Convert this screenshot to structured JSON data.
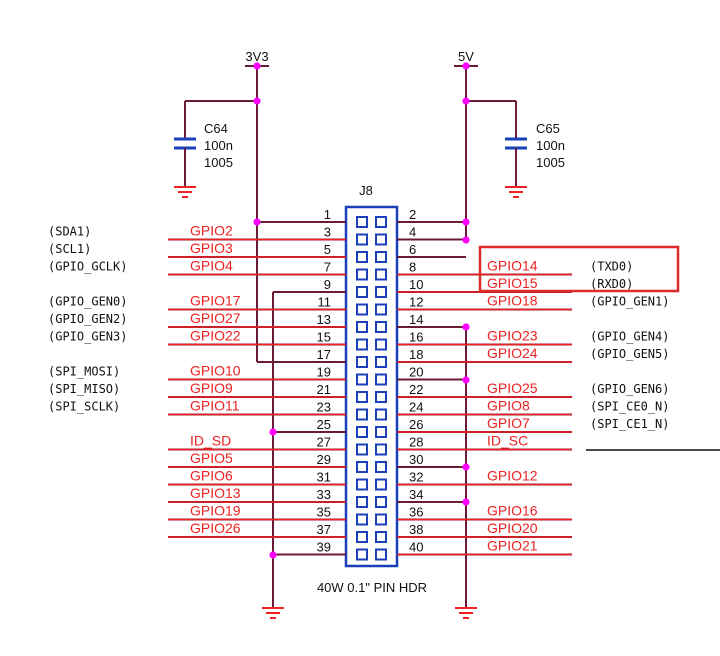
{
  "power": {
    "left_rail": "3V3",
    "right_rail": "5V"
  },
  "capacitors": [
    {
      "ref": "C64",
      "value": "100n",
      "package": "1005"
    },
    {
      "ref": "C65",
      "value": "100n",
      "package": "1005"
    }
  ],
  "header": {
    "ref": "J8",
    "description": "40W 0.1\" PIN HDR"
  },
  "pins_odd": [
    {
      "num": "1",
      "net": "",
      "func": ""
    },
    {
      "num": "3",
      "net": "GPIO2",
      "func": "(SDA1)"
    },
    {
      "num": "5",
      "net": "GPIO3",
      "func": "(SCL1)"
    },
    {
      "num": "7",
      "net": "GPIO4",
      "func": "(GPIO_GCLK)"
    },
    {
      "num": "9",
      "net": "",
      "func": ""
    },
    {
      "num": "11",
      "net": "GPIO17",
      "func": "(GPIO_GEN0)"
    },
    {
      "num": "13",
      "net": "GPIO27",
      "func": "(GPIO_GEN2)"
    },
    {
      "num": "15",
      "net": "GPIO22",
      "func": "(GPIO_GEN3)"
    },
    {
      "num": "17",
      "net": "",
      "func": ""
    },
    {
      "num": "19",
      "net": "GPIO10",
      "func": "(SPI_MOSI)"
    },
    {
      "num": "21",
      "net": "GPIO9",
      "func": "(SPI_MISO)"
    },
    {
      "num": "23",
      "net": "GPIO11",
      "func": "(SPI_SCLK)"
    },
    {
      "num": "25",
      "net": "",
      "func": ""
    },
    {
      "num": "27",
      "net": "ID_SD",
      "func": ""
    },
    {
      "num": "29",
      "net": "GPIO5",
      "func": ""
    },
    {
      "num": "31",
      "net": "GPIO6",
      "func": ""
    },
    {
      "num": "33",
      "net": "GPIO13",
      "func": ""
    },
    {
      "num": "35",
      "net": "GPIO19",
      "func": ""
    },
    {
      "num": "37",
      "net": "GPIO26",
      "func": ""
    },
    {
      "num": "39",
      "net": "",
      "func": ""
    }
  ],
  "pins_even": [
    {
      "num": "2",
      "net": "",
      "func": ""
    },
    {
      "num": "4",
      "net": "",
      "func": ""
    },
    {
      "num": "6",
      "net": "",
      "func": ""
    },
    {
      "num": "8",
      "net": "GPIO14",
      "func": "(TXD0)"
    },
    {
      "num": "10",
      "net": "GPIO15",
      "func": "(RXD0)"
    },
    {
      "num": "12",
      "net": "GPIO18",
      "func": "(GPIO_GEN1)"
    },
    {
      "num": "14",
      "net": "",
      "func": ""
    },
    {
      "num": "16",
      "net": "GPIO23",
      "func": "(GPIO_GEN4)"
    },
    {
      "num": "18",
      "net": "GPIO24",
      "func": "(GPIO_GEN5)"
    },
    {
      "num": "20",
      "net": "",
      "func": ""
    },
    {
      "num": "22",
      "net": "GPIO25",
      "func": "(GPIO_GEN6)"
    },
    {
      "num": "24",
      "net": "GPIO8",
      "func": "(SPI_CE0_N)"
    },
    {
      "num": "26",
      "net": "GPIO7",
      "func": "(SPI_CE1_N)"
    },
    {
      "num": "28",
      "net": "ID_SC",
      "func": ""
    },
    {
      "num": "30",
      "net": "",
      "func": ""
    },
    {
      "num": "32",
      "net": "GPIO12",
      "func": ""
    },
    {
      "num": "34",
      "net": "",
      "func": ""
    },
    {
      "num": "36",
      "net": "GPIO16",
      "func": ""
    },
    {
      "num": "38",
      "net": "GPIO20",
      "func": ""
    },
    {
      "num": "40",
      "net": "GPIO21",
      "func": ""
    }
  ],
  "colors": {
    "wire": "#6b1a3a",
    "net": "#ee2222",
    "dot": "#ff00ff",
    "header": "#1a3fb8",
    "highlight": "#dd2a2a",
    "text": "#111111"
  }
}
